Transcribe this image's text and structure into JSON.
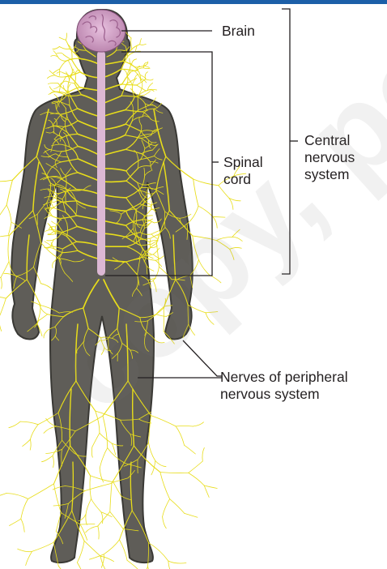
{
  "labels": {
    "brain": "Brain",
    "spinal_cord": [
      "Spinal",
      "cord"
    ],
    "cns": [
      "Central",
      "nervous",
      "system"
    ],
    "pns": [
      "Nerves of peripheral",
      "nervous system"
    ]
  },
  "watermark": "copy, post,",
  "colors": {
    "top_bar": "#1c5fa8",
    "body_fill": "#5f5d58",
    "body_outline": "#3a3935",
    "nerves": "#e8dd1a",
    "spinal_cord": "#dcb8d4",
    "brain": "#d7a4cc",
    "leader_lines": "#231f20"
  }
}
